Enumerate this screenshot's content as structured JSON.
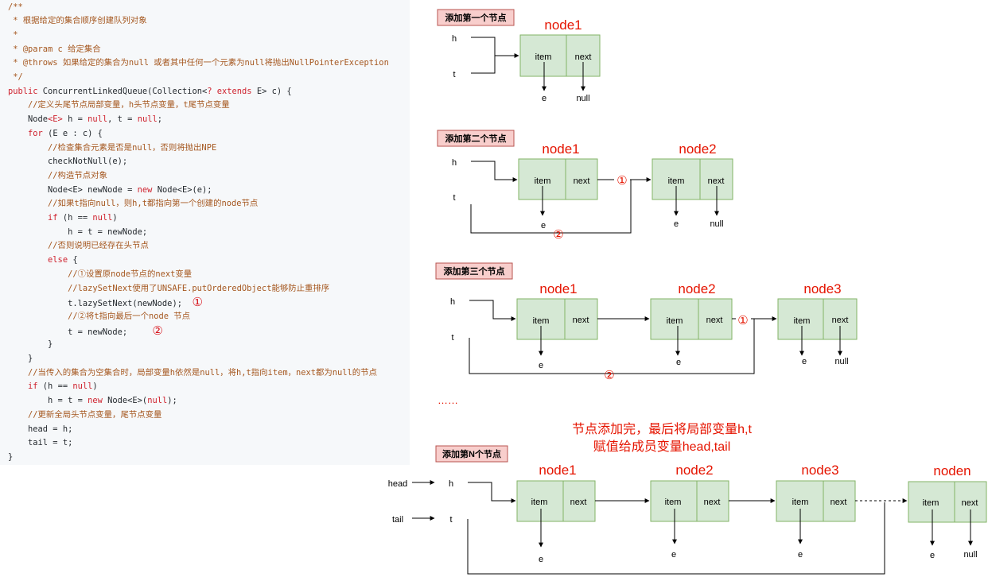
{
  "code": {
    "lines": [
      [
        {
          "t": "/**",
          "c": "cm"
        }
      ],
      [
        {
          "t": " * 根据给定的集合顺序创建队列对象",
          "c": "cm"
        }
      ],
      [
        {
          "t": " *",
          "c": "cm"
        }
      ],
      [
        {
          "t": " * @param c 给定集合",
          "c": "cm"
        }
      ],
      [
        {
          "t": " * @throws 如果给定的集合为null 或者其中任何一个元素为null将抛出NullPointerException",
          "c": "cm"
        }
      ],
      [
        {
          "t": " */",
          "c": "cm"
        }
      ],
      [
        {
          "t": "public ",
          "c": "kw"
        },
        {
          "t": "ConcurrentLinkedQueue(Collection<",
          "c": "tx"
        },
        {
          "t": "? extends ",
          "c": "kw"
        },
        {
          "t": "E> c) {",
          "c": "tx"
        }
      ],
      [
        {
          "t": "    //定义头尾节点局部变量，h头节点变量，t尾节点变量",
          "c": "cm"
        }
      ],
      [
        {
          "t": "    Node",
          "c": "tx"
        },
        {
          "t": "<E>",
          "c": "kw"
        },
        {
          "t": " h = ",
          "c": "tx"
        },
        {
          "t": "null",
          "c": "kw"
        },
        {
          "t": ", t = ",
          "c": "tx"
        },
        {
          "t": "null",
          "c": "kw"
        },
        {
          "t": ";",
          "c": "tx"
        }
      ],
      [
        {
          "t": "    ",
          "c": "tx"
        },
        {
          "t": "for",
          "c": "kw"
        },
        {
          "t": " (E e : c) {",
          "c": "tx"
        }
      ],
      [
        {
          "t": "        //检查集合元素是否是null，否则将抛出NPE",
          "c": "cm"
        }
      ],
      [
        {
          "t": "        checkNotNull(e);",
          "c": "tx"
        }
      ],
      [
        {
          "t": "        //构造节点对象",
          "c": "cm"
        }
      ],
      [
        {
          "t": "        Node<E> newNode = ",
          "c": "tx"
        },
        {
          "t": "new",
          "c": "kw"
        },
        {
          "t": " Node<E>(e);",
          "c": "tx"
        }
      ],
      [
        {
          "t": "        //如果t指向null，则h,t都指向第一个创建的node节点",
          "c": "cm"
        }
      ],
      [
        {
          "t": "        ",
          "c": "tx"
        },
        {
          "t": "if",
          "c": "kw"
        },
        {
          "t": " (h == ",
          "c": "tx"
        },
        {
          "t": "null",
          "c": "kw"
        },
        {
          "t": ")",
          "c": "tx"
        }
      ],
      [
        {
          "t": "            h = t = newNode;",
          "c": "tx"
        }
      ],
      [
        {
          "t": "        //否则说明已经存在头节点",
          "c": "cm"
        }
      ],
      [
        {
          "t": "        ",
          "c": "tx"
        },
        {
          "t": "else",
          "c": "kw"
        },
        {
          "t": " {",
          "c": "tx"
        }
      ],
      [
        {
          "t": "            //①设置原node节点的next变量",
          "c": "cm"
        }
      ],
      [
        {
          "t": "            //lazySetNext使用了UNSAFE.putOrderedObject能够防止重排序",
          "c": "cm"
        }
      ],
      [
        {
          "t": "            t.lazySetNext(newNode);  ",
          "c": "tx"
        },
        {
          "t": "①",
          "c": "mk"
        }
      ],
      [
        {
          "t": "            //②将t指向最后一个node 节点",
          "c": "cm"
        }
      ],
      [
        {
          "t": "            t = newNode;     ",
          "c": "tx"
        },
        {
          "t": "②",
          "c": "mk"
        }
      ],
      [
        {
          "t": "        }",
          "c": "tx"
        }
      ],
      [
        {
          "t": "    }",
          "c": "tx"
        }
      ],
      [
        {
          "t": "    //当传入的集合为空集合时，局部变量h依然是null，将h,t指向item，next都为null的节点",
          "c": "cm"
        }
      ],
      [
        {
          "t": "    ",
          "c": "tx"
        },
        {
          "t": "if",
          "c": "kw"
        },
        {
          "t": " (h == ",
          "c": "tx"
        },
        {
          "t": "null",
          "c": "kw"
        },
        {
          "t": ")",
          "c": "tx"
        }
      ],
      [
        {
          "t": "        h = t = ",
          "c": "tx"
        },
        {
          "t": "new",
          "c": "kw"
        },
        {
          "t": " Node<E>(",
          "c": "tx"
        },
        {
          "t": "null",
          "c": "kw"
        },
        {
          "t": ");",
          "c": "tx"
        }
      ],
      [
        {
          "t": "    //更新全局头节点变量，尾节点变量",
          "c": "cm"
        }
      ],
      [
        {
          "t": "    head = h;",
          "c": "tx"
        }
      ],
      [
        {
          "t": "    tail = t;",
          "c": "tx"
        }
      ],
      [
        {
          "t": "}",
          "c": "tx"
        }
      ]
    ]
  },
  "diagram": {
    "common": {
      "item": "item",
      "next": "next",
      "e": "e",
      "null": "null",
      "h": "h",
      "t": "t",
      "head": "head",
      "tail": "tail",
      "mark1": "①",
      "mark2": "②"
    },
    "step1": {
      "label": "添加第一个节点",
      "node1": "node1"
    },
    "step2": {
      "label": "添加第二个节点",
      "node1": "node1",
      "node2": "node2"
    },
    "step3": {
      "label": "添加第三个节点",
      "node1": "node1",
      "node2": "node2",
      "node3": "node3"
    },
    "ellipsis": "……",
    "note": {
      "line1": "节点添加完，最后将局部变量h,t",
      "line2": "赋值给成员变量head,tail"
    },
    "stepN": {
      "label": "添加第N个节点",
      "node1": "node1",
      "node2": "node2",
      "node3": "node3",
      "noden": "noden"
    },
    "colors": {
      "node_fill": "#d5e8d4",
      "node_stroke": "#82b366",
      "label_fill": "#f8cecc",
      "label_stroke": "#b85450",
      "red": "#e51400",
      "line": "#000000"
    }
  }
}
